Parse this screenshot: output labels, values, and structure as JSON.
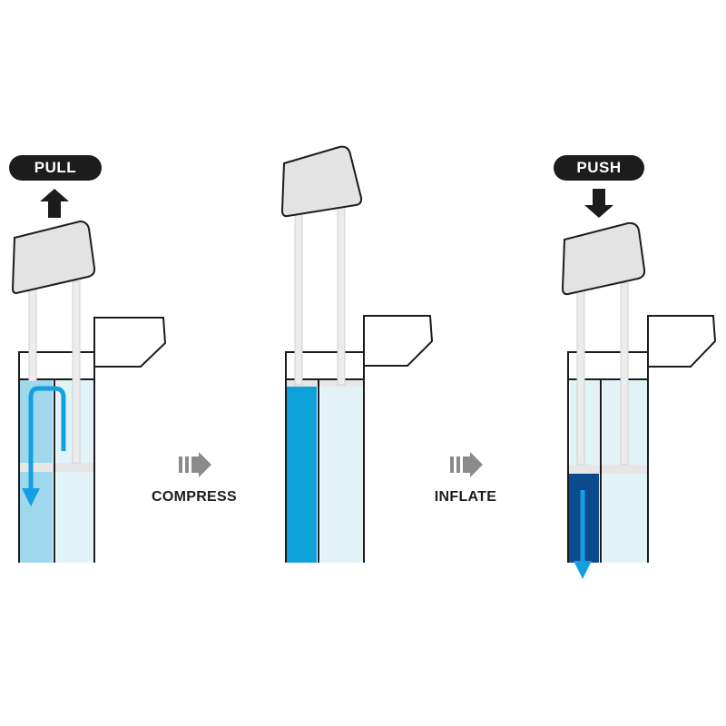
{
  "labels": {
    "pull": "PULL",
    "push": "PUSH",
    "compress": "COMPRESS",
    "inflate": "INFLATE"
  },
  "colors": {
    "outline": "#1c1c1c",
    "handle_fill": "#e3e3e3",
    "rod_fill": "#ececec",
    "air_light": "#e2f3f8",
    "air_medium": "#9fd8ec",
    "air_compressed": "#0ea0d8",
    "air_dark": "#0b4a8c",
    "flow_arrow": "#139fe0",
    "step_arrow": "#8a8a8a",
    "direction_arrow": "#1c1c1c"
  },
  "icons": {
    "up": "arrow-up-icon",
    "down": "arrow-down-icon",
    "flow": "flow-arrow-icon",
    "step": "double-chevron-right-icon"
  }
}
